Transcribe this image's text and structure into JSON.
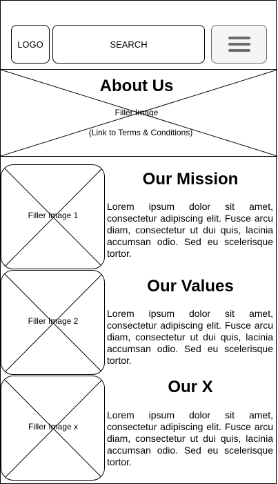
{
  "header": {
    "logo_label": "LOGO",
    "search_label": "SEARCH",
    "menu_icon": "hamburger-menu-icon"
  },
  "hero": {
    "title": "About Us",
    "image_label": "Filler Image",
    "link_text": "(Link to Terms & Conditions)"
  },
  "sections": [
    {
      "title": "Our Mission",
      "image_label": "Filler Image 1",
      "body": "Lorem ipsum dolor sit amet, consectetur adipiscing elit. Fusce arcu diam, consectetur ut dui quis, lacinia accumsan odio. Sed eu scelerisque tortor."
    },
    {
      "title": "Our Values",
      "image_label": "Filler Image 2",
      "body": "Lorem ipsum dolor sit amet, consectetur adipiscing elit. Fusce arcu diam, consectetur ut dui quis, lacinia accumsan odio. Sed eu scelerisque tortor."
    },
    {
      "title": "Our X",
      "image_label": "Filler Image x",
      "body": "Lorem ipsum dolor sit amet, consectetur adipiscing elit. Fusce arcu diam, consectetur ut dui quis, lacinia accumsan odio. Sed eu scelerisque tortor."
    }
  ]
}
